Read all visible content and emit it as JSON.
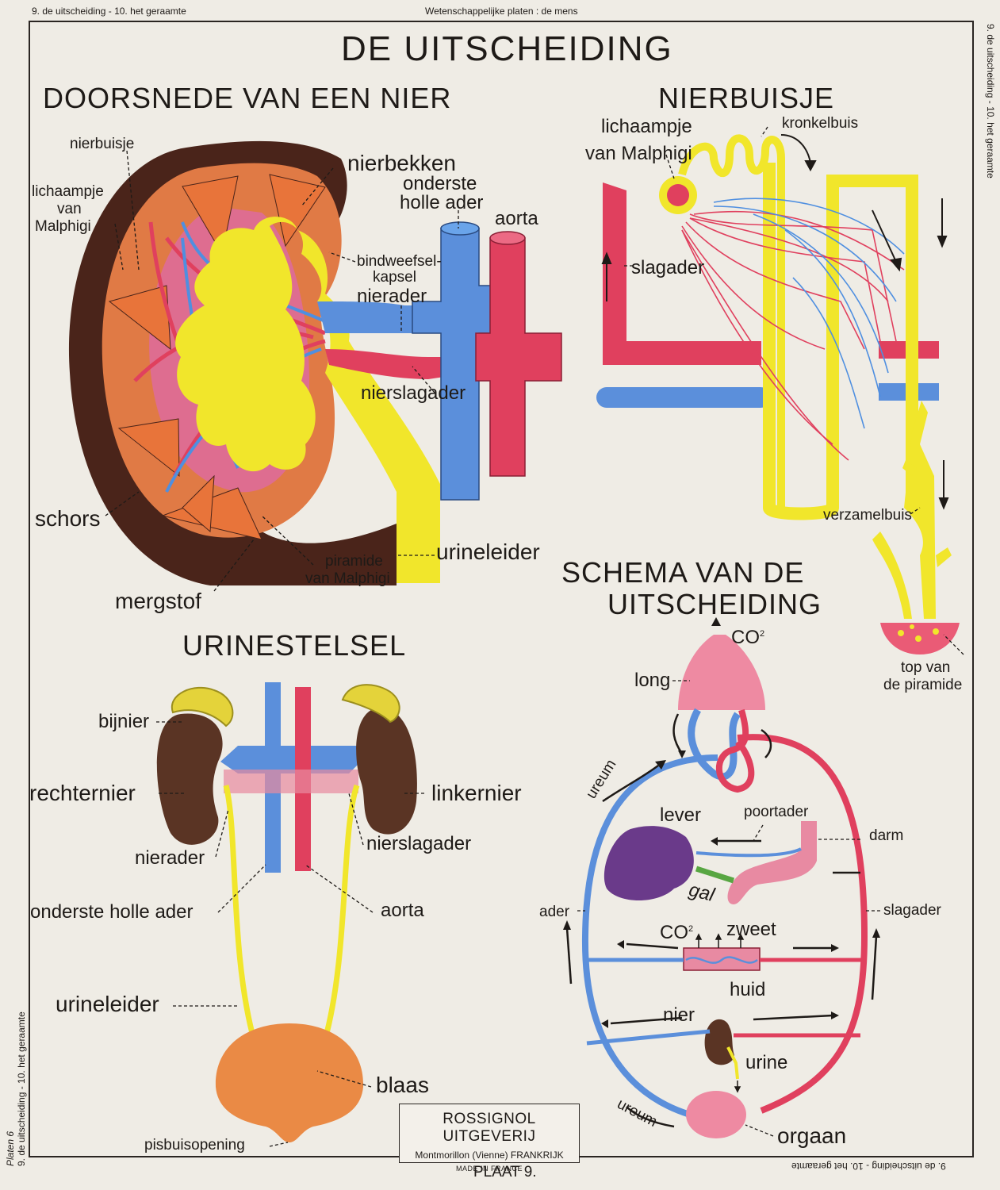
{
  "header": {
    "top_left": "9. de uitscheiding - 10. het geraamte",
    "top_center": "Wetenschappelijke platen : de mens",
    "right_side": "9. de uitscheiding - 10. het geraamte",
    "left_side": "9. de uitscheiding - 10. het geraamte",
    "left_handwritten": "Platen 6",
    "bottom_right_inverted": "9. de uitscheiding - 10. het geraamte"
  },
  "title": "DE UITSCHEIDING",
  "kidney_section": {
    "heading": "DOORSNEDE VAN EEN NIER",
    "labels": {
      "nierbuisje": "nierbuisje",
      "lichaampje": "lichaampje",
      "van": "van",
      "malphigi": "Malphigi",
      "nierbekken": "nierbekken",
      "onderste": "onderste",
      "holle_ader": "holle ader",
      "aorta": "aorta",
      "bindweefsel": "bindweefsel-",
      "kapsel": "kapsel",
      "nierader": "nierader",
      "nierslagader": "nierslagader",
      "schors": "schors",
      "urineleider": "urineleider",
      "piramide": "piramide",
      "van_malphigi": "van Malphigi",
      "mergstof": "mergstof"
    }
  },
  "nephron_section": {
    "heading": "NIERBUISJE",
    "labels": {
      "lichaampje": "lichaampje",
      "van_malphigi": "van Malphigi",
      "kronkelbuis": "kronkelbuis",
      "slagader": "slagader",
      "verzamelbuis": "verzamelbuis",
      "top_van": "top van",
      "de_piramide": "de piramide"
    }
  },
  "urinary_section": {
    "heading": "URINESTELSEL",
    "labels": {
      "bijnier": "bijnier",
      "rechternier": "rechternier",
      "linkernier": "linkernier",
      "nierslagader": "nierslagader",
      "nierader": "nierader",
      "onderste_holle_ader": "onderste holle ader",
      "aorta": "aorta",
      "urineleider": "urineleider",
      "blaas": "blaas",
      "pisbuisopening": "pisbuisopening"
    }
  },
  "scheme_section": {
    "heading_line1": "SCHEMA VAN DE",
    "heading_line2": "UITSCHEIDING",
    "labels": {
      "co2_top": "CO",
      "co2_sup": "2",
      "long": "long",
      "ureum_top": "ureum",
      "lever": "lever",
      "poortader": "poortader",
      "darm": "darm",
      "gal": "gal",
      "ader": "ader",
      "slagader": "slagader",
      "co2_mid": "CO",
      "zweet": "zweet",
      "huid": "huid",
      "nier": "nier",
      "urine": "urine",
      "ureum_bottom": "ureum",
      "orgaan": "orgaan"
    }
  },
  "publisher": {
    "name": "ROSSIGNOL UITGEVERIJ",
    "place": "Montmorillon (Vienne) FRANKRIJK",
    "made": "MADE IN FRANCE"
  },
  "plate": "PLAAT 9.",
  "colors": {
    "artery": "#e0405e",
    "vein": "#4f8fe0",
    "urine_yellow": "#f1e62b",
    "cortex_dark": "#4a241a",
    "pyramid_orange": "#e8743a",
    "kidney_brown": "#5a3424",
    "liver_purple": "#6a3a8a",
    "lung_pink": "#ee8aa2",
    "bladder_orange": "#ea8a45"
  }
}
